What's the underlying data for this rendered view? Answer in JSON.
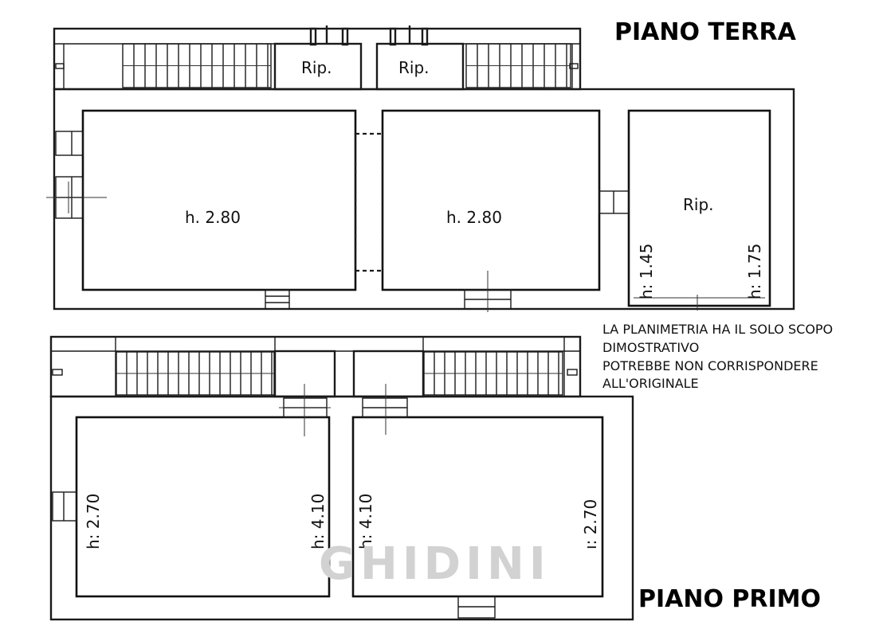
{
  "titles": {
    "ground_floor": "PIANO TERRA",
    "first_floor": "PIANO PRIMO"
  },
  "ground_floor": {
    "rip_left": "Rip.",
    "rip_right": "Rip.",
    "room1_height": "h. 2.80",
    "room2_height": "h. 2.80",
    "room3_label": "Rip.",
    "room3_height_left": "h: 1.45",
    "room3_height_right": "h: 1.75"
  },
  "first_floor": {
    "room1_height_left": "h: 2.70",
    "room1_height_right": "h: 4.10",
    "room2_height_left": "h: 4.10",
    "room2_height_right": "ı: 2.70"
  },
  "disclaimer": {
    "line1": "LA PLANIMETRIA HA IL SOLO SCOPO",
    "line2": "DIMOSTRATIVO",
    "line3": "POTREBBE NON CORRISPONDERE",
    "line4": "ALL'ORIGINALE"
  },
  "watermark": "GHIDINI"
}
